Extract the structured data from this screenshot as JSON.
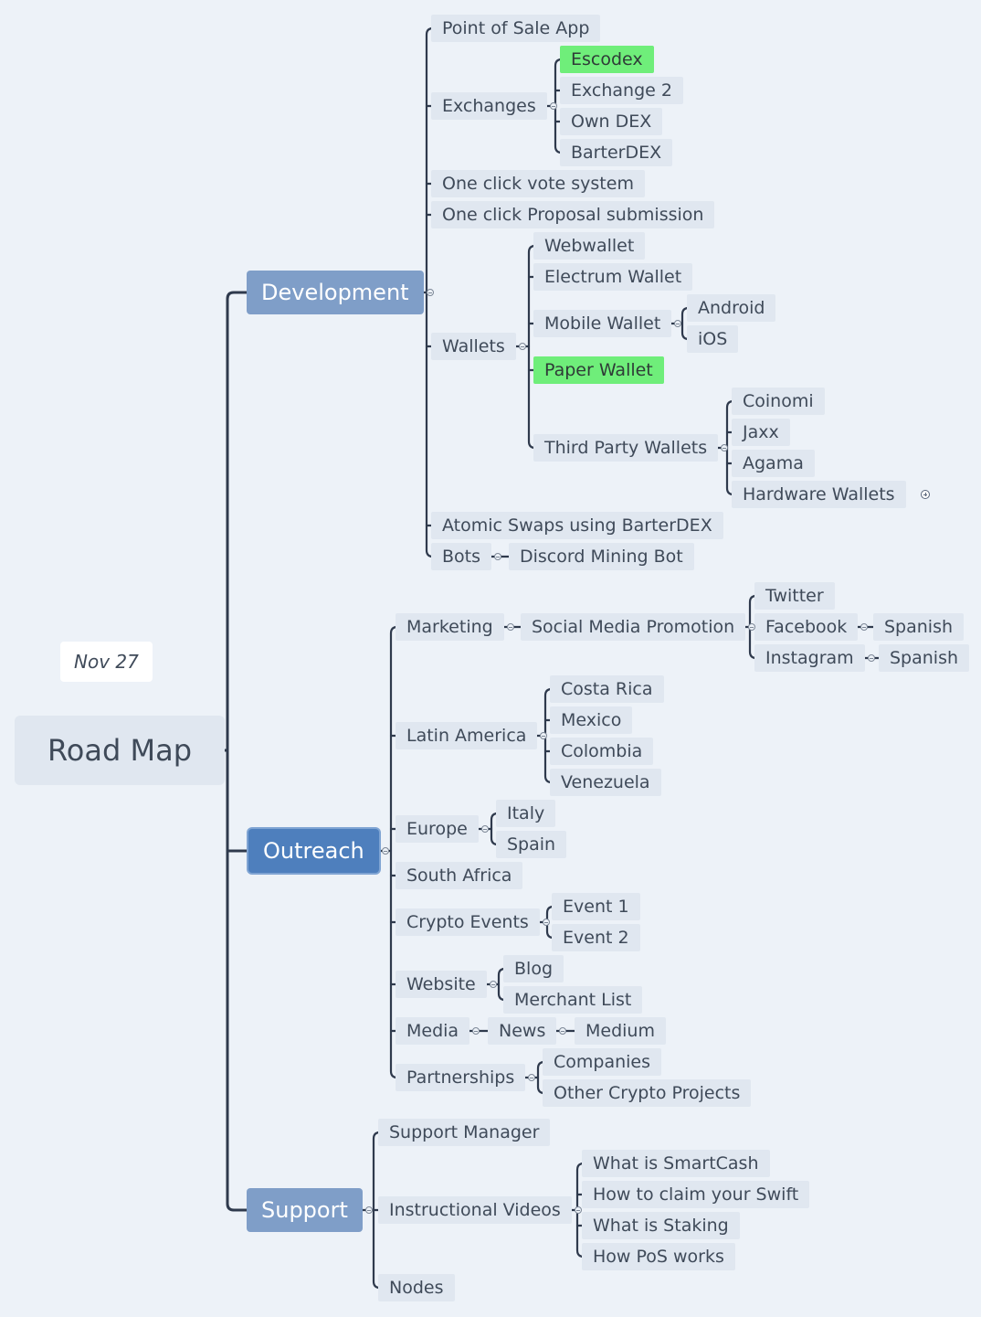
{
  "date_label": "Nov 27",
  "root": {
    "label": "Road Map"
  },
  "branches": [
    {
      "label": "Development",
      "children": [
        {
          "label": "Point of Sale App"
        },
        {
          "label": "Exchanges",
          "children": [
            {
              "label": "Escodex",
              "highlighted": true
            },
            {
              "label": "Exchange 2"
            },
            {
              "label": "Own DEX"
            },
            {
              "label": "BarterDEX"
            }
          ]
        },
        {
          "label": "One click vote system"
        },
        {
          "label": "One click Proposal submission"
        },
        {
          "label": "Wallets",
          "children": [
            {
              "label": "Webwallet"
            },
            {
              "label": "Electrum Wallet"
            },
            {
              "label": "Mobile Wallet",
              "children": [
                {
                  "label": "Android"
                },
                {
                  "label": "iOS"
                }
              ]
            },
            {
              "label": "Paper Wallet",
              "highlighted": true
            },
            {
              "label": "Third Party Wallets",
              "children": [
                {
                  "label": "Coinomi"
                },
                {
                  "label": "Jaxx"
                },
                {
                  "label": "Agama"
                },
                {
                  "label": "Hardware Wallets",
                  "collapsed": true
                }
              ]
            }
          ]
        },
        {
          "label": "Atomic Swaps using BarterDEX"
        },
        {
          "label": "Bots",
          "children": [
            {
              "label": "Discord Mining Bot"
            }
          ]
        }
      ]
    },
    {
      "label": "Outreach",
      "selected": true,
      "children": [
        {
          "label": "Marketing",
          "children": [
            {
              "label": "Social Media Promotion",
              "children": [
                {
                  "label": "Twitter"
                },
                {
                  "label": "Facebook",
                  "children": [
                    {
                      "label": "Spanish"
                    }
                  ]
                },
                {
                  "label": "Instagram",
                  "children": [
                    {
                      "label": "Spanish"
                    }
                  ]
                }
              ]
            }
          ]
        },
        {
          "label": "Latin America",
          "children": [
            {
              "label": "Costa Rica"
            },
            {
              "label": "Mexico"
            },
            {
              "label": "Colombia"
            },
            {
              "label": "Venezuela"
            }
          ]
        },
        {
          "label": "Europe",
          "children": [
            {
              "label": "Italy"
            },
            {
              "label": "Spain"
            }
          ]
        },
        {
          "label": "South Africa"
        },
        {
          "label": "Crypto Events",
          "children": [
            {
              "label": "Event 1"
            },
            {
              "label": "Event 2"
            }
          ]
        },
        {
          "label": "Website",
          "children": [
            {
              "label": "Blog"
            },
            {
              "label": "Merchant List"
            }
          ]
        },
        {
          "label": "Media",
          "children": [
            {
              "label": "News",
              "children": [
                {
                  "label": "Medium"
                }
              ]
            }
          ]
        },
        {
          "label": "Partnerships",
          "children": [
            {
              "label": "Companies"
            },
            {
              "label": "Other Crypto Projects"
            }
          ]
        }
      ]
    },
    {
      "label": "Support",
      "children": [
        {
          "label": "Support Manager"
        },
        {
          "label": "Instructional Videos",
          "children": [
            {
              "label": "What is SmartCash"
            },
            {
              "label": "How to claim your Swift"
            },
            {
              "label": "What is Staking"
            },
            {
              "label": "How PoS works"
            }
          ]
        },
        {
          "label": "Nodes"
        }
      ]
    }
  ],
  "colors": {
    "background": "#edf2f8",
    "node": "#e0e7f0",
    "main_branch": "#7f9ec8",
    "selected_branch": "#4e7fbd",
    "highlight": "#6fee7a",
    "connector": "#2f3a4d"
  }
}
